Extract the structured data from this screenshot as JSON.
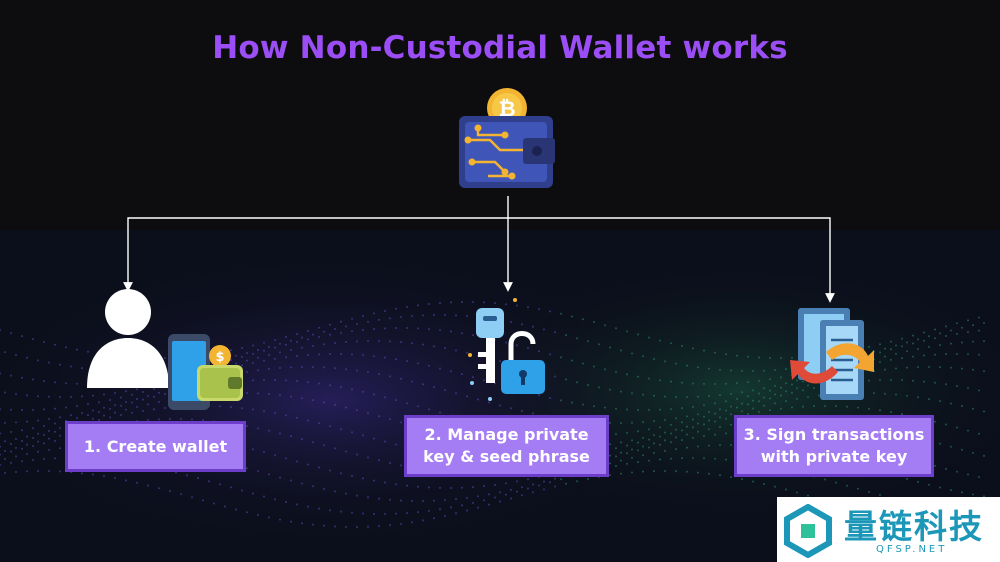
{
  "title": "How Non-Custodial Wallet works",
  "steps": [
    {
      "label": "1. Create wallet"
    },
    {
      "label": "2. Manage private\nkey & seed phrase"
    },
    {
      "label": "3. Sign transactions\nwith private key"
    }
  ],
  "icons": {
    "root": "crypto-wallet-icon",
    "step1": "user-wallet-icon",
    "step2": "key-lock-icon",
    "step3": "transaction-document-icon"
  },
  "watermark": {
    "text": "量链科技",
    "sub": "QFSP.NET"
  },
  "colors": {
    "title": "#9b4ef5",
    "step_box": "#a47cf4",
    "step_border": "#6c3ec9",
    "background": "#0d0d0f",
    "watermark": "#1d97b8"
  }
}
